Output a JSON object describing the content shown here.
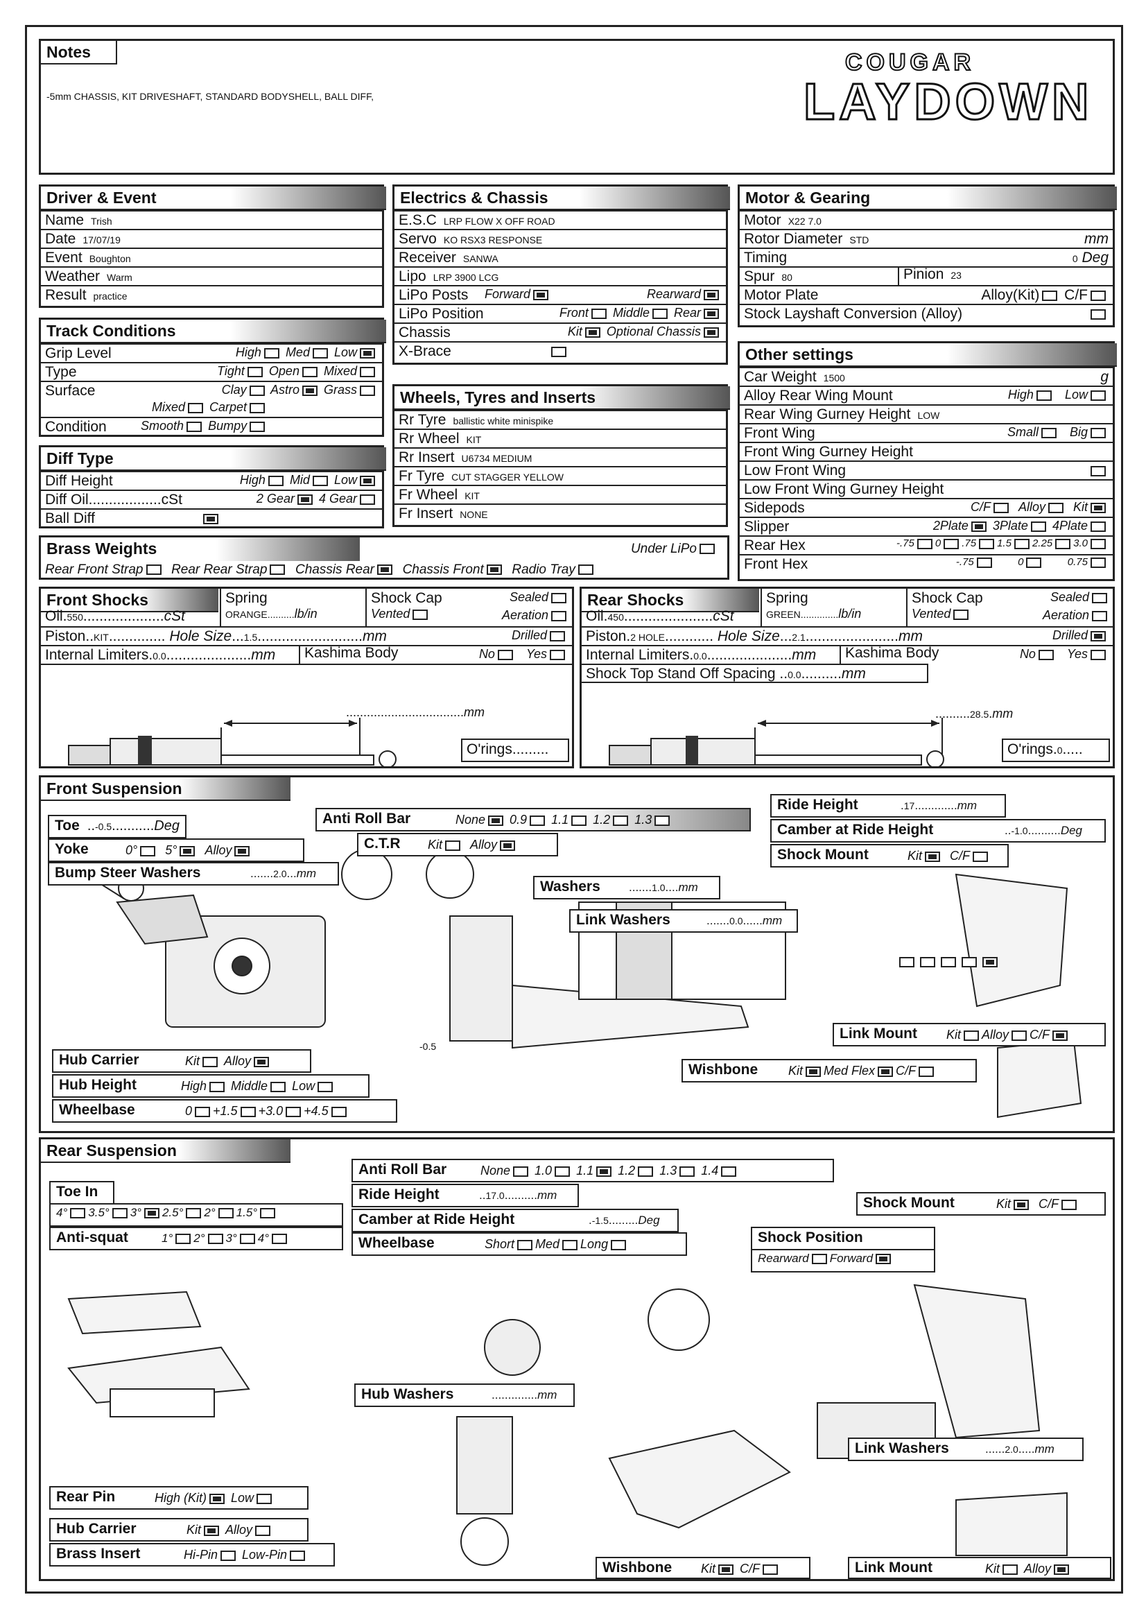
{
  "notes": {
    "title": "Notes",
    "text": "-5mm CHASSIS, KIT DRIVESHAFT, STANDARD BODYSHELL, BALL DIFF,"
  },
  "logo": {
    "top": "COUGAR",
    "bottom": "LAYDOWN"
  },
  "driver": {
    "title": "Driver & Event",
    "rows": [
      {
        "label": "Name",
        "value": "Trish"
      },
      {
        "label": "Date",
        "value": "17/07/19"
      },
      {
        "label": "Event",
        "value": "Boughton"
      },
      {
        "label": "Weather",
        "value": "Warm"
      },
      {
        "label": "Result",
        "value": "practice"
      }
    ]
  },
  "electrics": {
    "title": "Electrics & Chassis",
    "rows": [
      {
        "label": "E.S.C",
        "value": "LRP FLOW X OFF ROAD"
      },
      {
        "label": "Servo",
        "value": "KO RSX3 RESPONSE"
      },
      {
        "label": "Receiver",
        "value": "SANWA"
      },
      {
        "label": "Lipo",
        "value": "LRP 3900 LCG"
      }
    ],
    "lipo_posts": {
      "label": "LiPo Posts",
      "forward": "Forward",
      "rearward": "Rearward"
    },
    "lipo_position": {
      "label": "LiPo Position",
      "front": "Front",
      "middle": "Middle",
      "rear": "Rear"
    },
    "chassis": {
      "label": "Chassis",
      "kit": "Kit",
      "optional": "Optional Chassis"
    },
    "xbrace": {
      "label": "X-Brace"
    }
  },
  "motor": {
    "title": "Motor & Gearing",
    "motor": {
      "label": "Motor",
      "value": "X22 7.0"
    },
    "rotor": {
      "label": "Rotor Diameter",
      "value": "STD",
      "unit": "mm"
    },
    "timing": {
      "label": "Timing",
      "value": "0",
      "unit": "Deg"
    },
    "spur": {
      "label": "Spur",
      "value": "80"
    },
    "pinion": {
      "label": "Pinion",
      "value": "23"
    },
    "plate": {
      "label": "Motor Plate",
      "a": "Alloy(Kit)",
      "b": "C/F"
    },
    "layshaft": {
      "label": "Stock Layshaft Conversion (Alloy)"
    }
  },
  "track": {
    "title": "Track Conditions",
    "grip": {
      "label": "Grip Level",
      "a": "High",
      "b": "Med",
      "c": "Low"
    },
    "type": {
      "label": "Type",
      "a": "Tight",
      "b": "Open",
      "c": "Mixed"
    },
    "surface": {
      "label": "Surface",
      "a": "Clay",
      "b": "Astro",
      "c": "Grass",
      "d": "Mixed",
      "e": "Carpet"
    },
    "condition": {
      "label": "Condition",
      "a": "Smooth",
      "b": "Bumpy"
    }
  },
  "diff": {
    "title": "Diff Type",
    "height": {
      "label": "Diff Height",
      "a": "High",
      "b": "Mid",
      "c": "Low"
    },
    "oil": {
      "label": "Diff Oil..................cSt",
      "a": "2 Gear",
      "b": "4 Gear"
    },
    "ball": {
      "label": "Ball Diff"
    }
  },
  "wheels": {
    "title": "Wheels, Tyres and Inserts",
    "rows": [
      {
        "label": "Rr Tyre",
        "value": "ballistic white minispike"
      },
      {
        "label": "Rr Wheel",
        "value": "KIT"
      },
      {
        "label": "Rr Insert",
        "value": "U6734 MEDIUM"
      },
      {
        "label": "Fr Tyre",
        "value": "CUT STAGGER YELLOW"
      },
      {
        "label": "Fr Wheel",
        "value": "KIT"
      },
      {
        "label": "Fr Insert",
        "value": "NONE"
      }
    ]
  },
  "other": {
    "title": "Other settings",
    "weight": {
      "label": "Car Weight",
      "value": "1500",
      "unit": "g"
    },
    "alloy_wing": {
      "label": "Alloy Rear Wing Mount",
      "a": "High",
      "b": "Low"
    },
    "gurney": {
      "label": "Rear Wing Gurney Height",
      "value": "LOW"
    },
    "front_wing": {
      "label": "Front Wing",
      "a": "Small",
      "b": "Big"
    },
    "fw_gurney": {
      "label": "Front Wing Gurney Height"
    },
    "low_fw": {
      "label": "Low Front Wing"
    },
    "low_fw_gurney": {
      "label": "Low Front Wing Gurney Height"
    },
    "sidepods": {
      "label": "Sidepods",
      "a": "C/F",
      "b": "Alloy",
      "c": "Kit"
    },
    "slipper": {
      "label": "Slipper",
      "a": "2Plate",
      "b": "3Plate",
      "c": "4Plate"
    },
    "rear_hex": {
      "label": "Rear Hex",
      "a": "-.75",
      "b": "0",
      "c": ".75",
      "d": "1.5",
      "e": "2.25",
      "f": "3.0"
    },
    "front_hex": {
      "label": "Front Hex",
      "a": "-.75",
      "b": "0",
      "c": "0.75"
    }
  },
  "brass": {
    "title": "Brass Weights",
    "under": "Under LiPo",
    "items": [
      "Rear Front Strap",
      "Rear Rear Strap",
      "Chassis Rear",
      "Chassis Front",
      "Radio Tray"
    ]
  },
  "front_shocks": {
    "title": "Front Shocks",
    "spring_label": "Spring",
    "spring": "ORANGE",
    "spring_unit": "lb/in",
    "cap": "Shock Cap",
    "sealed": "Sealed",
    "vented": "Vented",
    "aeration": "Aeration",
    "oil_label": "Oil",
    "oil": "550",
    "oil_unit": "cSt",
    "piston_label": "Piston",
    "piston": "KIT",
    "hole_label": "Hole Size",
    "hole": "1.5",
    "hole_unit": "mm",
    "drilled": "Drilled",
    "limiters_label": "Internal Limiters",
    "limiters": "0.0",
    "lim_unit": "mm",
    "kashima": "Kashima Body",
    "no": "No",
    "yes": "Yes",
    "length_unit": "mm",
    "orings": "O'rings"
  },
  "rear_shocks": {
    "title": "Rear Shocks",
    "spring_label": "Spring",
    "spring": "GREEN",
    "spring_unit": "lb/in",
    "cap": "Shock Cap",
    "sealed": "Sealed",
    "vented": "Vented",
    "aeration": "Aeration",
    "oil_label": "Oil",
    "oil": "450",
    "oil_unit": "cSt",
    "piston_label": "Piston",
    "piston": "2 HOLE",
    "hole_label": "Hole Size",
    "hole": "2.1",
    "hole_unit": "mm",
    "drilled": "Drilled",
    "limiters_label": "Internal Limiters",
    "limiters": "0.0",
    "lim_unit": "mm",
    "kashima": "Kashima Body",
    "no": "No",
    "yes": "Yes",
    "standoff_label": "Shock Top Stand Off Spacing",
    "standoff": "0.0",
    "standoff_unit": "mm",
    "length": "28.5",
    "length_unit": "mm",
    "orings": "O'rings",
    "orings_val": "0"
  },
  "front_susp": {
    "title": "Front Suspension",
    "toe": {
      "label": "Toe",
      "value": "-0.5",
      "unit": "Deg"
    },
    "yoke": {
      "label": "Yoke",
      "a": "0°",
      "b": "5°",
      "c": "Alloy"
    },
    "bump": {
      "label": "Bump Steer Washers",
      "value": "2.0",
      "unit": "mm"
    },
    "arb": {
      "label": "Anti Roll Bar",
      "opts": [
        "None",
        "0.9",
        "1.1",
        "1.2",
        "1.3"
      ]
    },
    "ctr": {
      "label": "C.T.R",
      "a": "Kit",
      "b": "Alloy"
    },
    "washers": {
      "label": "Washers",
      "value": "1.0",
      "unit": "mm"
    },
    "link_washers": {
      "label": "Link Washers",
      "value": "0.0",
      "unit": "mm"
    },
    "ride": {
      "label": "Ride Height",
      "value": "17",
      "unit": "mm"
    },
    "camber": {
      "label": "Camber at Ride Height",
      "value": "-1.0",
      "unit": "Deg"
    },
    "shock_mount": {
      "label": "Shock Mount",
      "a": "Kit",
      "b": "C/F"
    },
    "link_mount": {
      "label": "Link Mount",
      "a": "Kit",
      "b": "Alloy",
      "c": "C/F"
    },
    "wishbone": {
      "label": "Wishbone",
      "a": "Kit",
      "b": "Med Flex",
      "c": "C/F"
    },
    "hub_carrier": {
      "label": "Hub Carrier",
      "a": "Kit",
      "b": "Alloy"
    },
    "hub_height": {
      "label": "Hub Height",
      "a": "High",
      "b": "Middle",
      "c": "Low"
    },
    "wheelbase": {
      "label": "Wheelbase",
      "a": "0",
      "b": "+1.5",
      "c": "+3.0",
      "d": "+4.5"
    },
    "steer_mark": "-0.5"
  },
  "rear_susp": {
    "title": "Rear Suspension",
    "toe_in": {
      "label": "Toe In",
      "opts": [
        "4°",
        "3.5°",
        "3°",
        "2.5°",
        "2°",
        "1.5°"
      ]
    },
    "antisquat": {
      "label": "Anti-squat",
      "opts": [
        "1°",
        "2°",
        "3°",
        "4°"
      ]
    },
    "arb": {
      "label": "Anti Roll Bar",
      "opts": [
        "None",
        "1.0",
        "1.1",
        "1.2",
        "1.3",
        "1.4"
      ]
    },
    "ride": {
      "label": "Ride Height",
      "value": "17.0",
      "unit": "mm"
    },
    "camber": {
      "label": "Camber at Ride Height",
      "value": "-1.5",
      "unit": "Deg"
    },
    "wheelbase": {
      "label": "Wheelbase",
      "a": "Short",
      "b": "Med",
      "c": "Long"
    },
    "shock_mount": {
      "label": "Shock Mount",
      "a": "Kit",
      "b": "C/F"
    },
    "shock_pos": {
      "label": "Shock Position",
      "a": "Rearward",
      "b": "Forward"
    },
    "hub_washers": {
      "label": "Hub Washers",
      "unit": "mm"
    },
    "link_washers": {
      "label": "Link Washers",
      "value": "2.0",
      "unit": "mm"
    },
    "rear_pin": {
      "label": "Rear Pin",
      "a": "High (Kit)",
      "b": "Low"
    },
    "hub_carrier": {
      "label": "Hub Carrier",
      "a": "Kit",
      "b": "Alloy"
    },
    "brass": {
      "label": "Brass Insert",
      "a": "Hi-Pin",
      "b": "Low-Pin"
    },
    "wishbone": {
      "label": "Wishbone",
      "a": "Kit",
      "b": "C/F"
    },
    "link_mount": {
      "label": "Link Mount",
      "a": "Kit",
      "b": "Alloy"
    }
  }
}
